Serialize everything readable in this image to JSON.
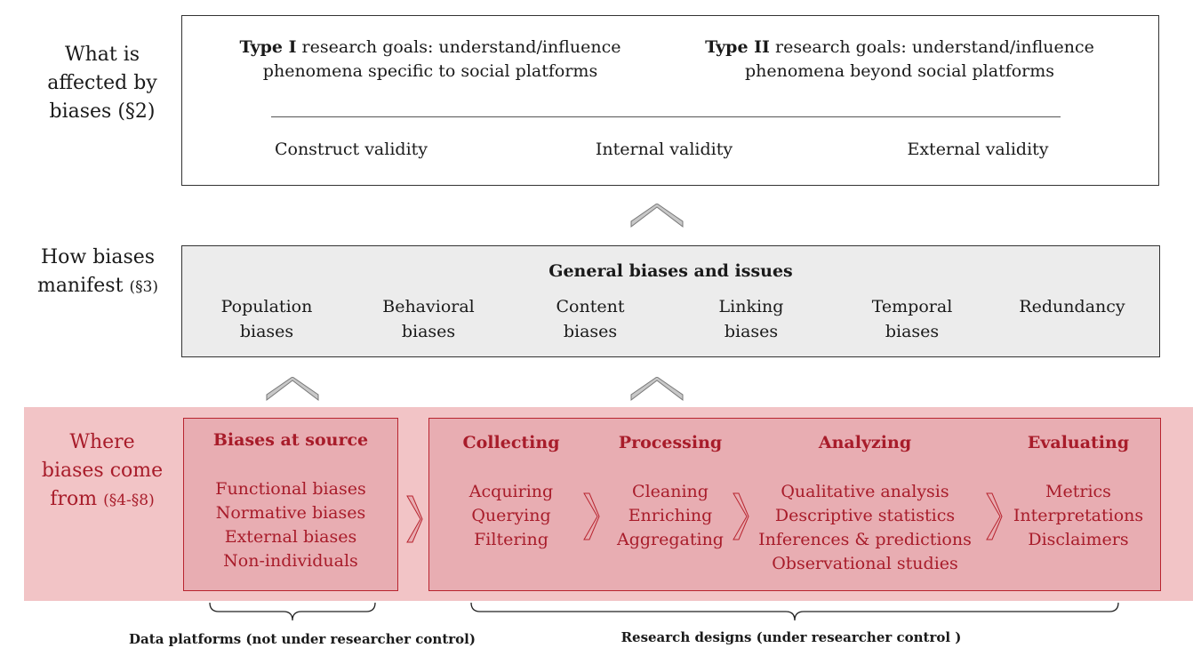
{
  "rows": {
    "affected": {
      "line1": "What is",
      "line2": "affected by",
      "line3": "biases (§2)"
    },
    "manifest": {
      "line1": "How biases",
      "line2": "manifest",
      "ref": "(§3)"
    },
    "origin": {
      "line1": "Where",
      "line2": "biases come",
      "line3": "from",
      "ref": "(§4-§8)"
    }
  },
  "top_box": {
    "type1": {
      "bold": "Type I",
      "rest": " research goals: understand/influence",
      "line2": "phenomena specific to social platforms"
    },
    "type2": {
      "bold": "Type II",
      "rest": " research goals: understand/influence",
      "line2": "phenomena beyond social platforms"
    },
    "validities": [
      "Construct validity",
      "Internal validity",
      "External validity"
    ]
  },
  "mid_box": {
    "title": "General biases and issues",
    "items": [
      {
        "line1": "Population",
        "line2": "biases"
      },
      {
        "line1": "Behavioral",
        "line2": "biases"
      },
      {
        "line1": "Content",
        "line2": "biases"
      },
      {
        "line1": "Linking",
        "line2": "biases"
      },
      {
        "line1": "Temporal",
        "line2": "biases"
      },
      {
        "line1": "Redundancy",
        "line2": ""
      }
    ]
  },
  "source_box": {
    "title": "Biases at source",
    "items": [
      "Functional biases",
      "Normative biases",
      "External biases",
      "Non-individuals"
    ]
  },
  "stages": [
    {
      "title": "Collecting",
      "items": [
        "Acquiring",
        "Querying",
        "Filtering"
      ]
    },
    {
      "title": "Processing",
      "items": [
        "Cleaning",
        "Enriching",
        "Aggregating"
      ]
    },
    {
      "title": "Analyzing",
      "items": [
        "Qualitative analysis",
        "Descriptive statistics",
        "Inferences & predictions",
        "Observational studies"
      ]
    },
    {
      "title": "Evaluating",
      "items": [
        "Metrics",
        "Interpretations",
        "Disclaimers"
      ]
    }
  ],
  "captions": {
    "left": "Data platforms (not under researcher control)",
    "right": "Research designs (under researcher control )"
  },
  "colors": {
    "band": "#f2c4c6",
    "red_box_fill": "#e8adb2",
    "red_border": "#b8242f",
    "red_text": "#a81c2a",
    "mid_fill": "#ececec",
    "arrow_fill": "#c8c8c8"
  }
}
